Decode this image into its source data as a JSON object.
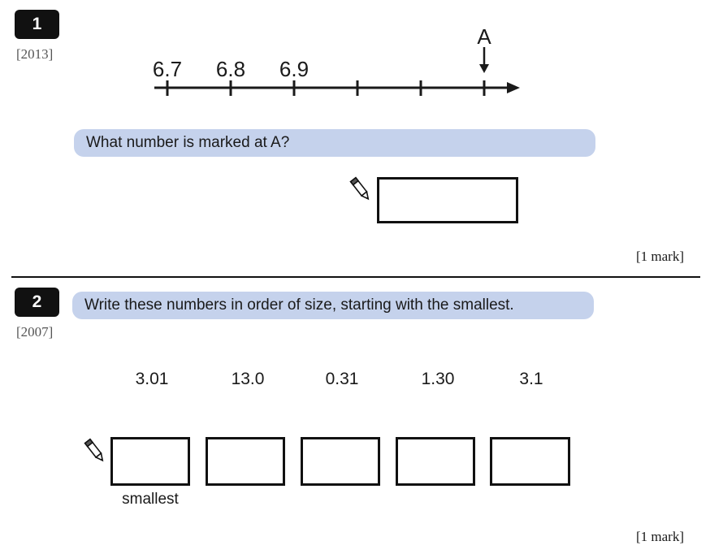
{
  "questions": [
    {
      "number": "1",
      "year": "[2013]",
      "prompt": "What number is marked at A?",
      "marks": "[1 mark]",
      "number_line": {
        "tick_labels": [
          "6.7",
          "6.8",
          "6.9"
        ],
        "arrow_label": "A",
        "tick_count": 6
      }
    },
    {
      "number": "2",
      "year": "[2007]",
      "prompt": "Write these numbers in order of size, starting with the smallest.",
      "numbers": [
        "3.01",
        "13.0",
        "0.31",
        "1.30",
        "3.1"
      ],
      "first_box_label": "smallest",
      "marks": "[1 mark]"
    }
  ],
  "icons": {
    "pencil": "pencil-icon"
  }
}
